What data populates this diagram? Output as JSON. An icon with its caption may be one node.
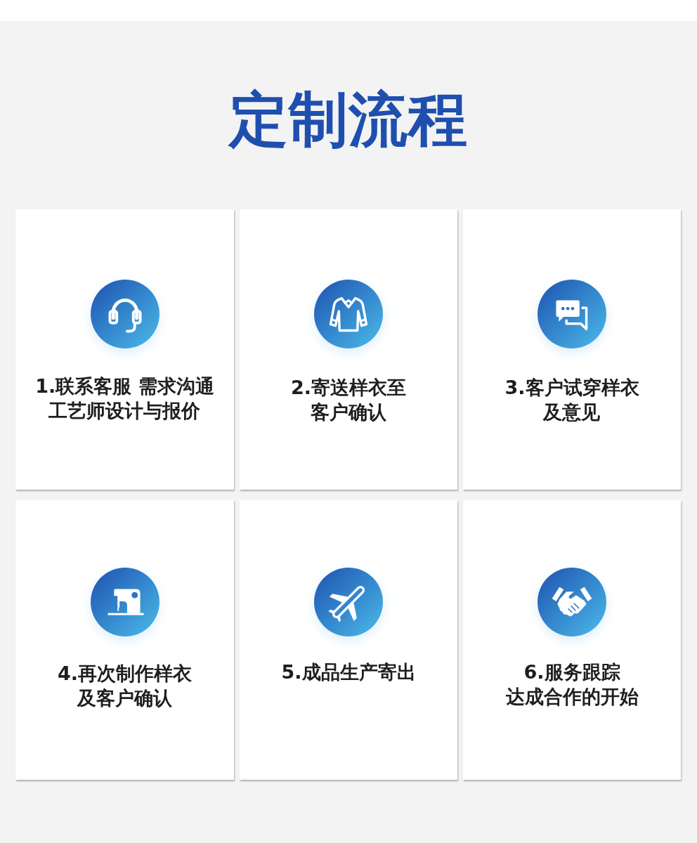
{
  "diagram": {
    "title": "定制流程",
    "nodes": [
      {
        "text": [
          "1.联系客服 需求沟通工艺师设计与报价"
        ]
      },
      {
        "text": [
          "2.寄送样衣至客户确认"
        ]
      },
      {
        "text": [
          "3.客户试穿样衣及意见"
        ]
      },
      {
        "text": [
          "4.再次制作样衣及客户确认"
        ]
      },
      {
        "text": [
          "5.成品生产寄出"
        ]
      },
      {
        "text": [
          "6.服务跟踪达成合作的开始"
        ]
      }
    ]
  }
}
